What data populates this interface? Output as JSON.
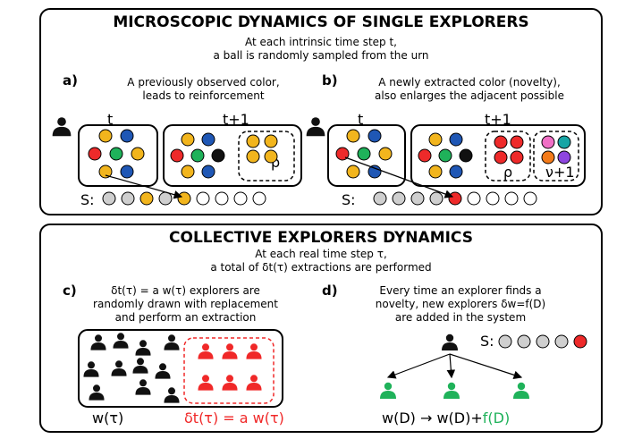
{
  "top": {
    "title": "MICROSCOPIC DYNAMICS OF SINGLE EXPLORERS",
    "subtitle_1": "At each intrinsic time step t,",
    "subtitle_2": "a ball is randomly sampled from the urn"
  },
  "panel_a": {
    "label": "a)",
    "desc_1": "A previously observed color,",
    "desc_2": "leads to reinforcement",
    "t_label": "t",
    "t1_label": "t+1",
    "rho_label": "ρ",
    "seq_label": "S:"
  },
  "panel_b": {
    "label": "b)",
    "desc_1": "A newly extracted color (novelty),",
    "desc_2": "also enlarges the adjacent possible",
    "t_label": "t",
    "t1_label": "t+1",
    "rho_label": "ρ",
    "nu_label": "ν+1",
    "seq_label": "S:"
  },
  "bottom": {
    "title": "COLLECTIVE EXPLORERS DYNAMICS",
    "subtitle_1": "At each real time step τ,",
    "subtitle_2": "a total of δt(τ) extractions are performed"
  },
  "panel_c": {
    "label": "c)",
    "desc_1": "δt(τ) = a w(τ) explorers are",
    "desc_2": "randomly drawn with replacement",
    "desc_3": "and perform an extraction",
    "w_label": "w(τ)",
    "dt_label": "δt(τ) = a w(τ)"
  },
  "panel_d": {
    "label": "d)",
    "desc_1": "Every time an explorer finds a",
    "desc_2": "novelty, new explorers δw=f(D)",
    "desc_3": "are added in the system",
    "seq_label": "S:",
    "formula_main": "w(D) → w(D)+",
    "formula_f": "f(D)"
  },
  "colors": {
    "yellow": "#f2b51d",
    "blue": "#1f57b5",
    "red": "#ee2a2a",
    "green": "#1fb25a",
    "black": "#111111",
    "gray": "#cfcfcf",
    "pink": "#f06fc5",
    "teal": "#17a5a5",
    "orange": "#f47b1a",
    "purple": "#8e46e0",
    "explorer_red": "#f02828",
    "explorer_green": "#1fb25a"
  }
}
